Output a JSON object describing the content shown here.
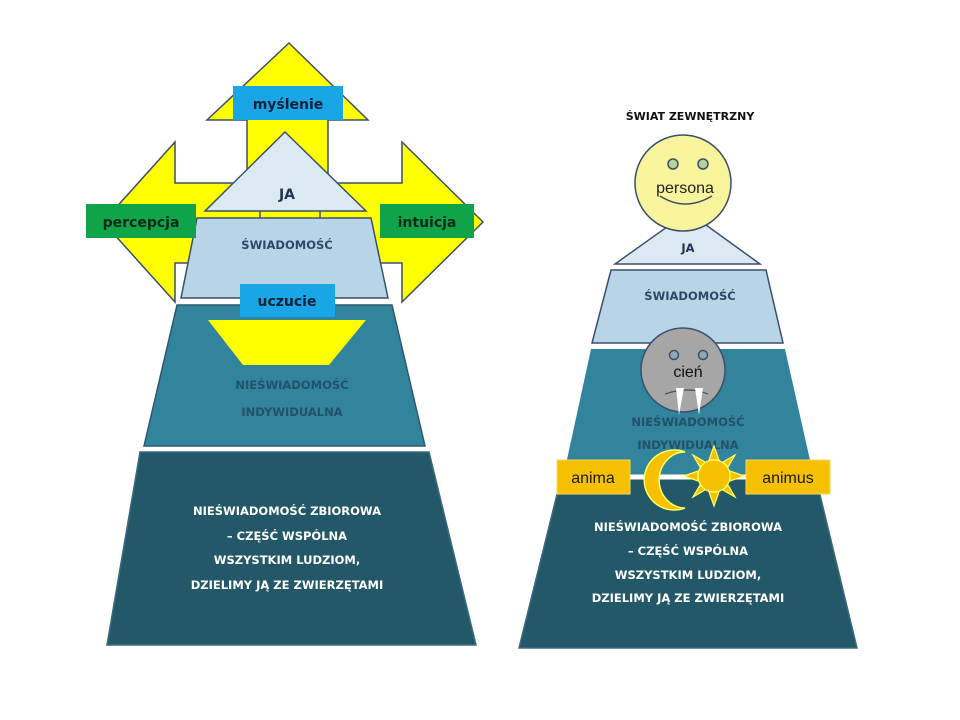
{
  "left_diagram": {
    "functions": {
      "up": "myślenie",
      "left": "percepcja",
      "right": "intuicja",
      "down": "uczucie"
    },
    "layers": {
      "ja": "JA",
      "consciousness": "ŚWIADOMOŚĆ",
      "personal_unconscious": [
        "NIEŚWIADOMOŚĆ",
        "INDYWIDUALNA"
      ],
      "collective_unconscious": [
        "NIEŚWIADOMOŚĆ ZBIOROWA",
        "– CZĘŚĆ WSPÓLNA",
        "WSZYSTKIM LUDZIOM,",
        "DZIELIMY JĄ ZE ZWIERZĘTAMI"
      ]
    }
  },
  "right_diagram": {
    "outer_world": "ŚWIAT ZEWNĘTRZNY",
    "persona": "persona",
    "shadow": "cień",
    "anima": "anima",
    "animus": "animus",
    "layers": {
      "ja": "JA",
      "consciousness": "ŚWIADOMOŚĆ",
      "personal_unconscious": [
        "NIEŚWIADOMOŚĆ",
        "INDYWIDUALNA"
      ],
      "collective_unconscious": [
        "NIEŚWIADOMOŚĆ ZBIOROWA",
        "– CZĘŚĆ WSPÓLNA",
        "WSZYSTKIM LUDZIOM,",
        "DZIELIMY JĄ ZE ZWIERZĘTAMI"
      ]
    }
  },
  "colors": {
    "arrow_yellow": "#ffff00",
    "label_blue": "#1aa6e6",
    "label_green": "#10a44a",
    "ja_fill": "#dbe9f2",
    "consciousness_fill": "#b7d5e6",
    "personal_fill": "#31849b",
    "collective_fill": "#235868",
    "persona_fill": "#f7f49b",
    "shadow_fill": "#a6a6a6",
    "anima_fill": "#f5c000"
  }
}
